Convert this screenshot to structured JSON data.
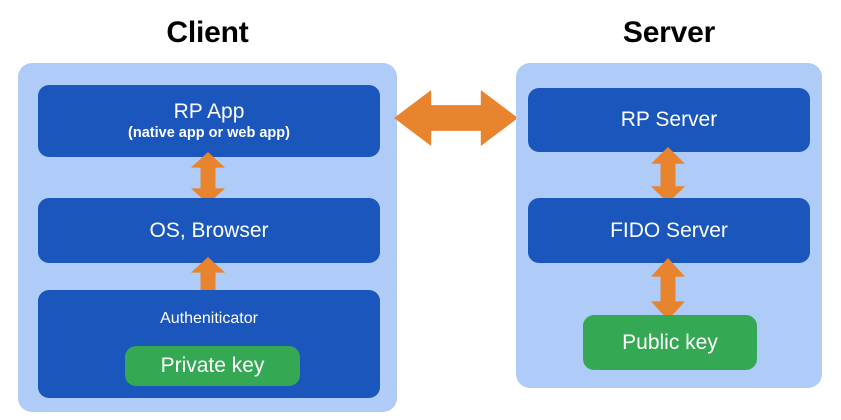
{
  "diagram": {
    "title_client": "Client",
    "title_server": "Server",
    "colors": {
      "panel_background": "#AFCBF8",
      "component_box": "#1A56BC",
      "key_box": "#34A853",
      "arrow": "#E8832E",
      "heading_text": "#000000",
      "box_text": "#FFFFFF",
      "page_background": "#FFFFFF"
    }
  },
  "client": {
    "heading": "Client",
    "boxes": {
      "rp_app": {
        "title": "RP App",
        "subtitle": "(native app or web app)"
      },
      "os_browser": {
        "title": "OS, Browser"
      },
      "authenticator": {
        "title": "Autheniticator",
        "key": "Private key"
      }
    }
  },
  "server": {
    "heading": "Server",
    "boxes": {
      "rp_server": {
        "title": "RP Server"
      },
      "fido_server": {
        "title": "FIDO Server"
      },
      "public_key": {
        "title": "Public key"
      }
    }
  },
  "arrows": [
    {
      "name": "rp-app-to-os-browser",
      "direction": "bidirectional-vertical"
    },
    {
      "name": "os-browser-to-authenticator",
      "direction": "bidirectional-vertical"
    },
    {
      "name": "client-to-server",
      "direction": "bidirectional-horizontal"
    },
    {
      "name": "rp-server-to-fido-server",
      "direction": "bidirectional-vertical"
    },
    {
      "name": "fido-server-to-public-key",
      "direction": "bidirectional-vertical"
    }
  ]
}
